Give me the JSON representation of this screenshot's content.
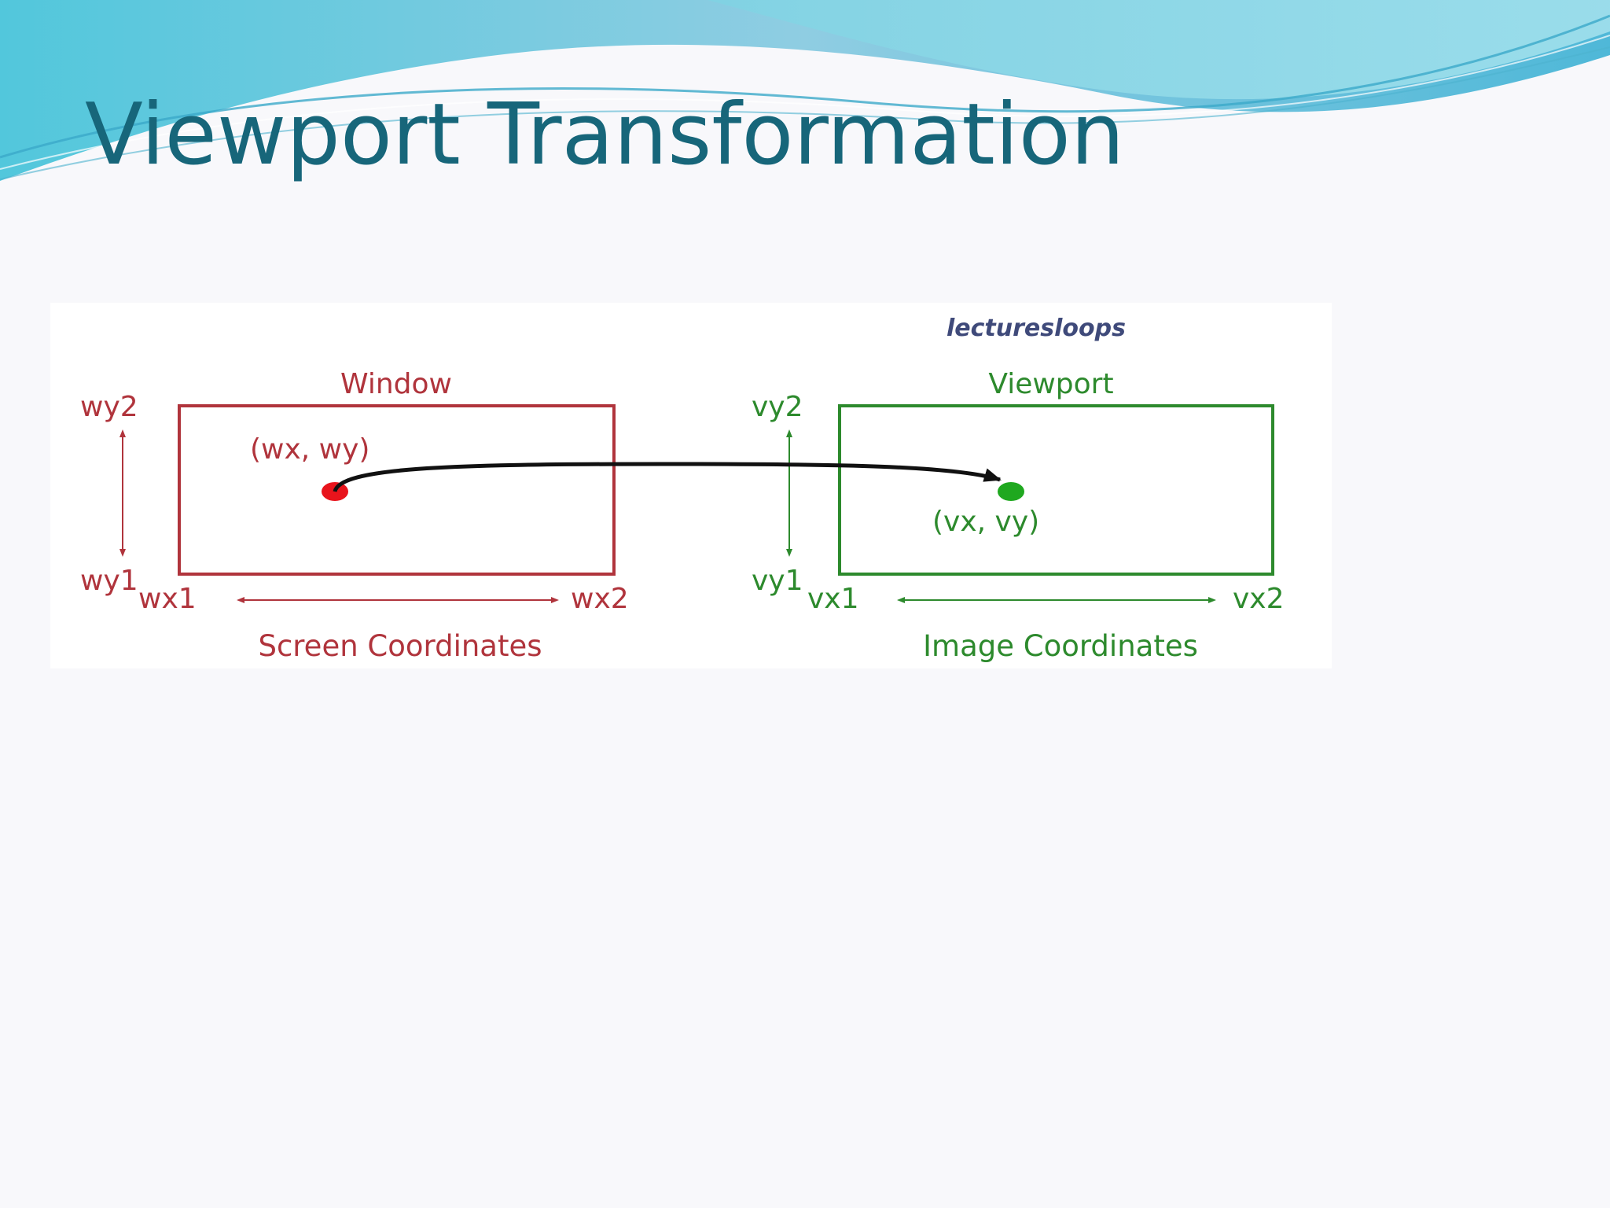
{
  "slide": {
    "title": "Viewport Transformation"
  },
  "diagram": {
    "watermark": "lecturesloops",
    "window": {
      "label": "Window",
      "y_top_label": "wy2",
      "y_bottom_label": "wy1",
      "x_left_label": "wx1",
      "x_right_label": "wx2",
      "point_label": "(wx, wy)",
      "caption": "Screen Coordinates"
    },
    "viewport": {
      "label": "Viewport",
      "y_top_label": "vy2",
      "y_bottom_label": "vy1",
      "x_left_label": "vx1",
      "x_right_label": "vx2",
      "point_label": "(vx, vy)",
      "caption": "Image Coordinates"
    }
  },
  "colors": {
    "title": "#17667a",
    "window": "#b0343c",
    "viewport": "#2d8a2d",
    "window_point": "#e8141c",
    "viewport_point": "#1fa81f",
    "arrow": "#111111"
  }
}
